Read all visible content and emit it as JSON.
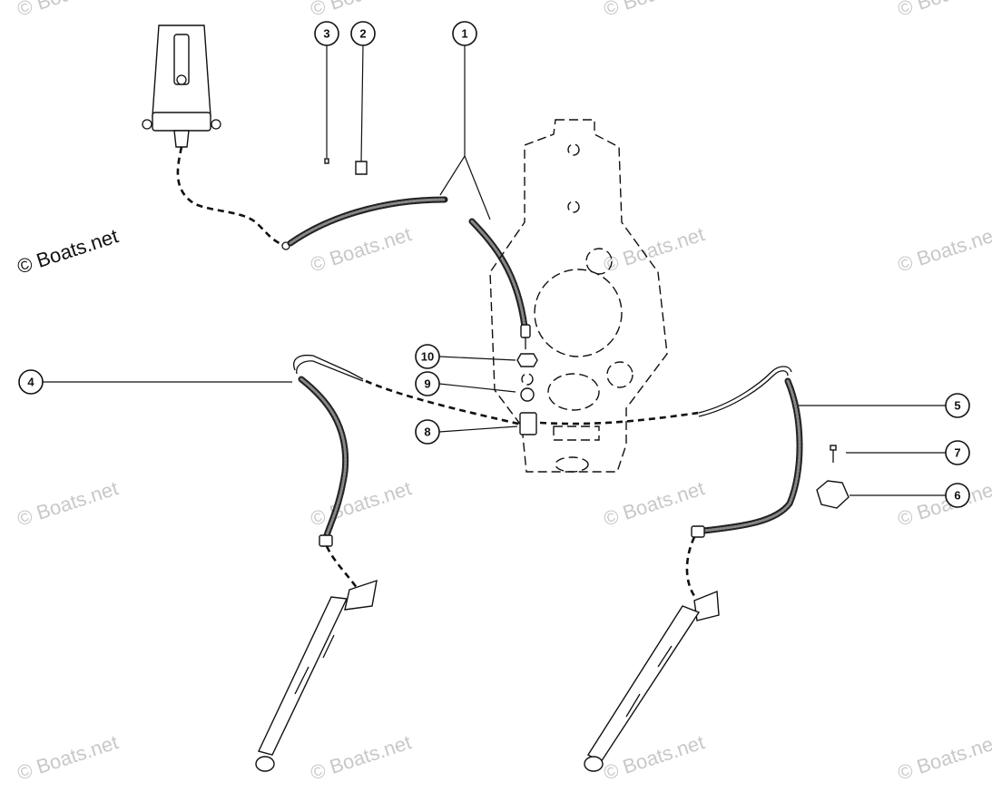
{
  "copyright_label": "© Boats.net",
  "watermark_text": "© Boats.net",
  "callouts": [
    {
      "id": "callout-1",
      "label": "1"
    },
    {
      "id": "callout-2",
      "label": "2"
    },
    {
      "id": "callout-3",
      "label": "3"
    },
    {
      "id": "callout-4",
      "label": "4"
    },
    {
      "id": "callout-5",
      "label": "5"
    },
    {
      "id": "callout-6",
      "label": "6"
    },
    {
      "id": "callout-7",
      "label": "7"
    },
    {
      "id": "callout-8",
      "label": "8"
    },
    {
      "id": "callout-9",
      "label": "9"
    },
    {
      "id": "callout-10",
      "label": "10"
    }
  ],
  "colors": {
    "line": "#111111",
    "watermark": "#c8c8c8",
    "background": "#ffffff"
  }
}
